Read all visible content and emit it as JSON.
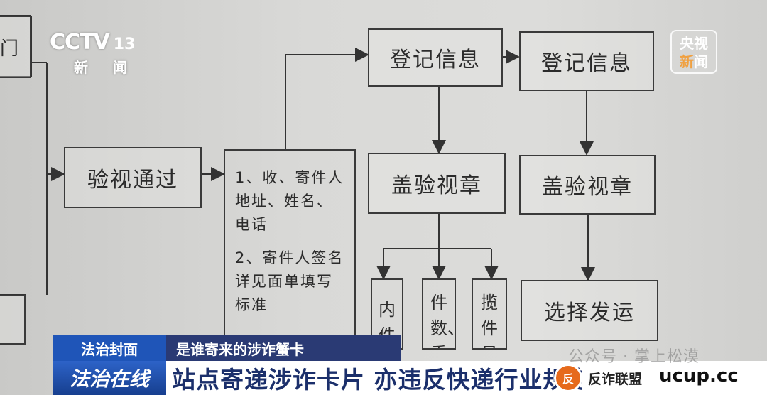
{
  "channel": {
    "logo": "CCTV",
    "number": "13",
    "name": "新 闻"
  },
  "corner_logo": {
    "line1": "央视",
    "line2_a": "新",
    "line2_b": "闻"
  },
  "flowchart": {
    "left_edge_top": "门",
    "left_edge_bottom": "",
    "pass_check": "验视通过",
    "notes": [
      "1、收、寄件人地址、姓名、电话",
      "2、寄件人签名详见面单填写标准"
    ],
    "register_1": "登记信息",
    "register_2": "登记信息",
    "stamp_1": "盖验视章",
    "stamp_2": "盖验视章",
    "ship": "选择发运",
    "branch_1": "内件品",
    "branch_2": "件数、重",
    "branch_3": "揽件员"
  },
  "lower_third": {
    "program_tag": "法治封面",
    "subtitle": "是谁寄来的涉诈蟹卡",
    "brand": "法治在线",
    "headline": "站点寄递涉诈卡片 亦违反快递行业规定"
  },
  "overlays": {
    "watermark": "公众号 · 掌上松漠",
    "badge_icon": "反",
    "badge_text": "反诈联盟",
    "site": "ucup.cc"
  },
  "colors": {
    "tag_blue": "#1f55b8",
    "headline_navy": "#1b2f6b"
  }
}
